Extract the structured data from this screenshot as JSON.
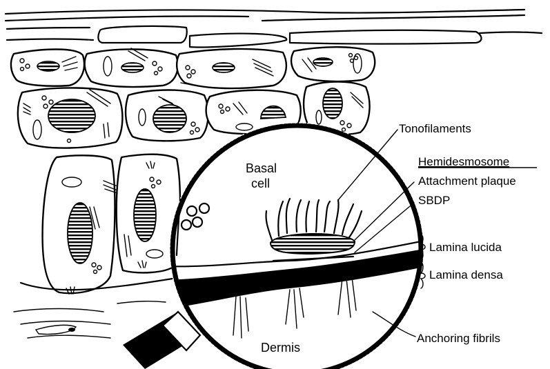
{
  "labels": {
    "tonofilaments": "Tonofilaments",
    "hemidesmosome": "Hemidesmosome",
    "attachment_plaque": "Attachment plaque",
    "sbdp": "SBDP",
    "lamina_lucida": "Lamina lucida",
    "lamina_densa": "Lamina densa",
    "anchoring_fibrils": "Anchoring fibrils",
    "basal_cell_line1": "Basal",
    "basal_cell_line2": "cell",
    "dermis": "Dermis"
  }
}
